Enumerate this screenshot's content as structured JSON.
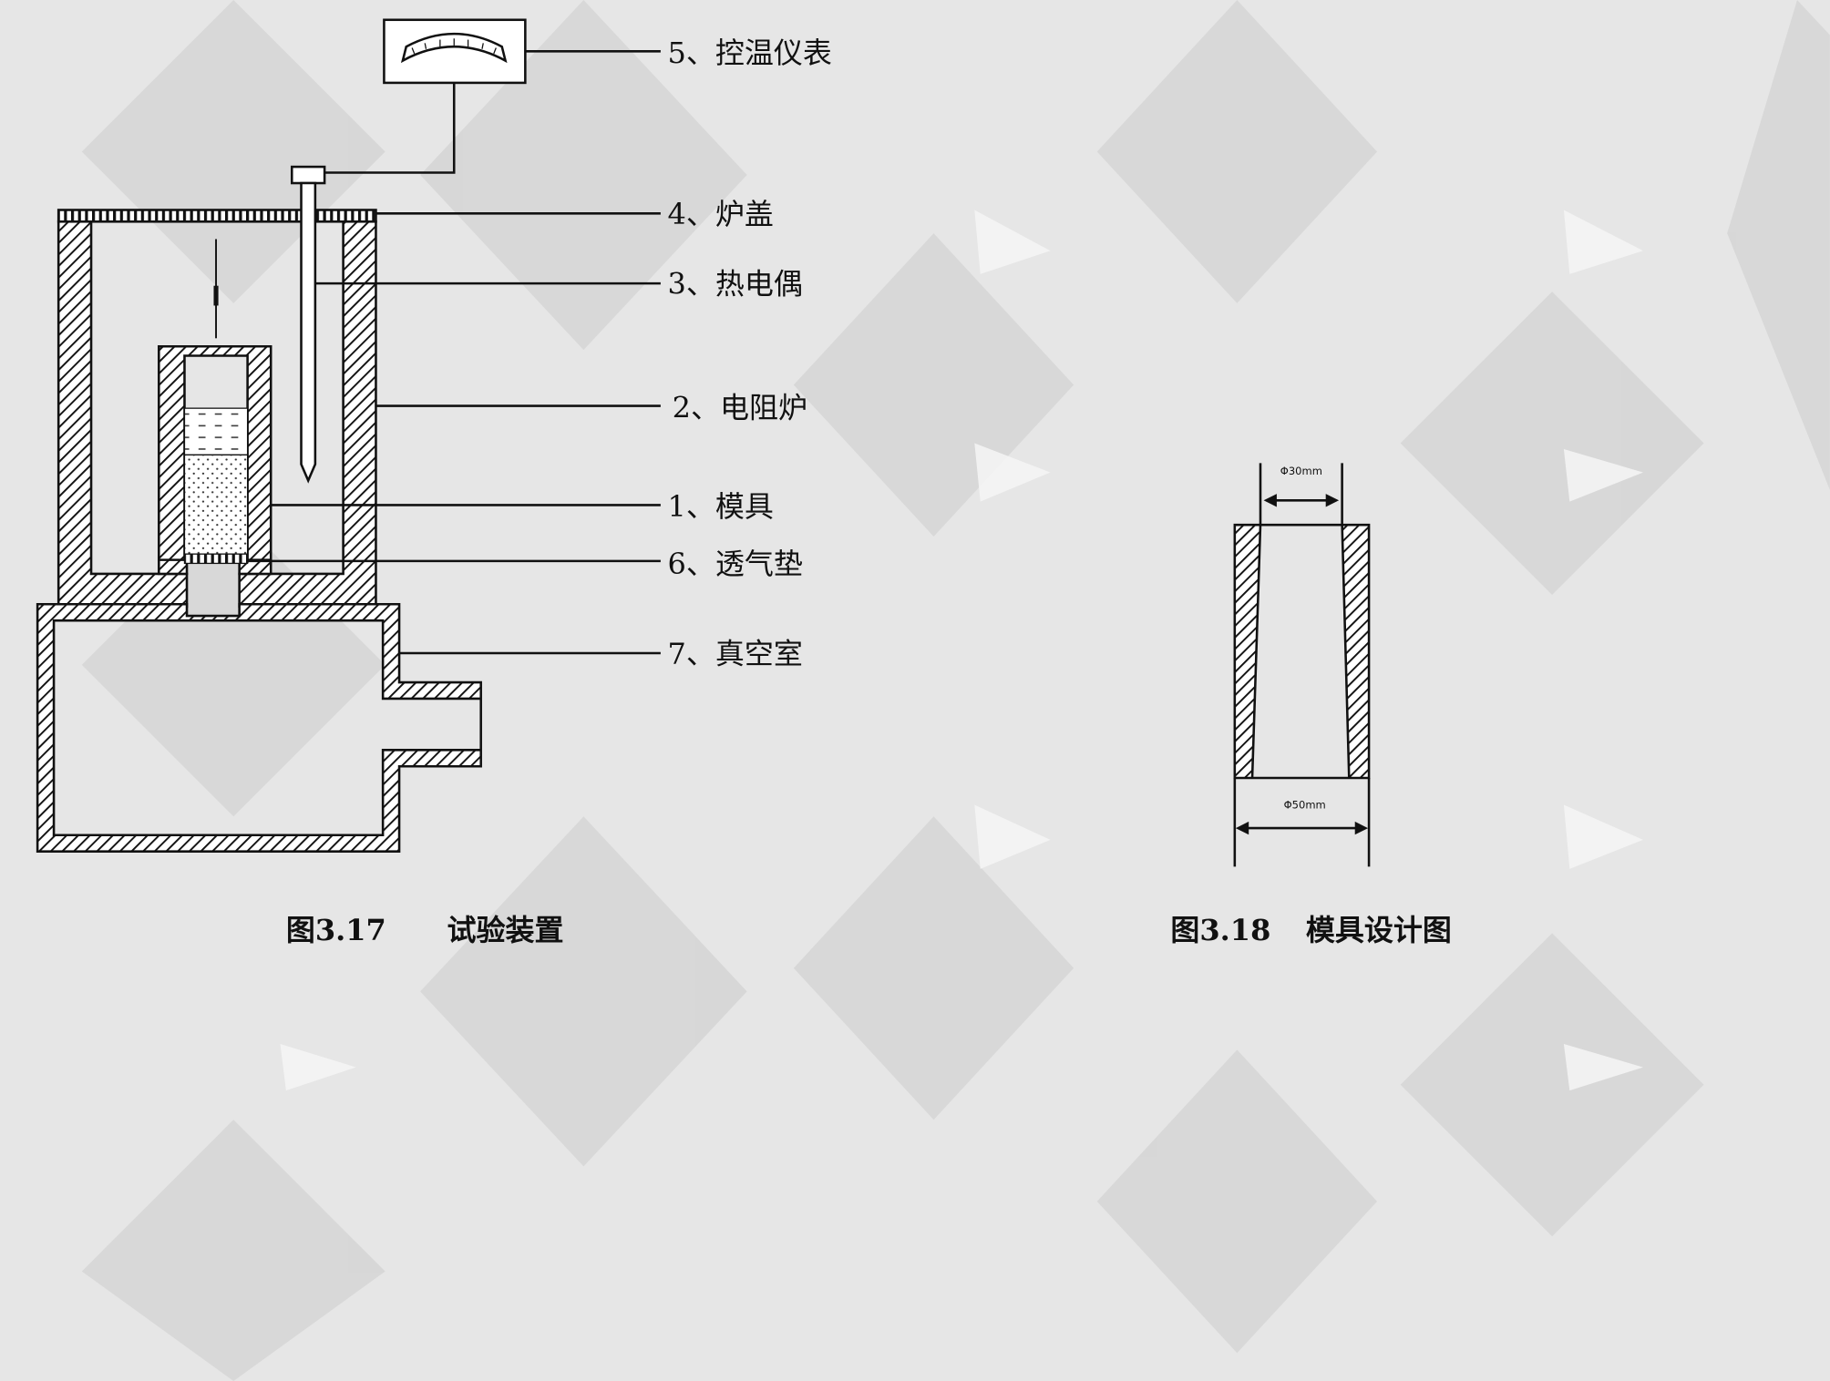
{
  "figure_left": {
    "caption_number": "图3.17",
    "caption_title": "试验装置",
    "labels": [
      "5、控温仪表",
      "4、炉盖",
      "3、热电偶",
      "2、电阻炉",
      "1、模具",
      "6、透气垫",
      "7、真空室"
    ]
  },
  "figure_right": {
    "caption_number": "图3.18",
    "caption_title": "模具设计图",
    "top_dimension": "Φ30mm",
    "bottom_dimension": "Φ50mm"
  },
  "colors": {
    "background": "#e6e6e6",
    "line": "#111111"
  }
}
